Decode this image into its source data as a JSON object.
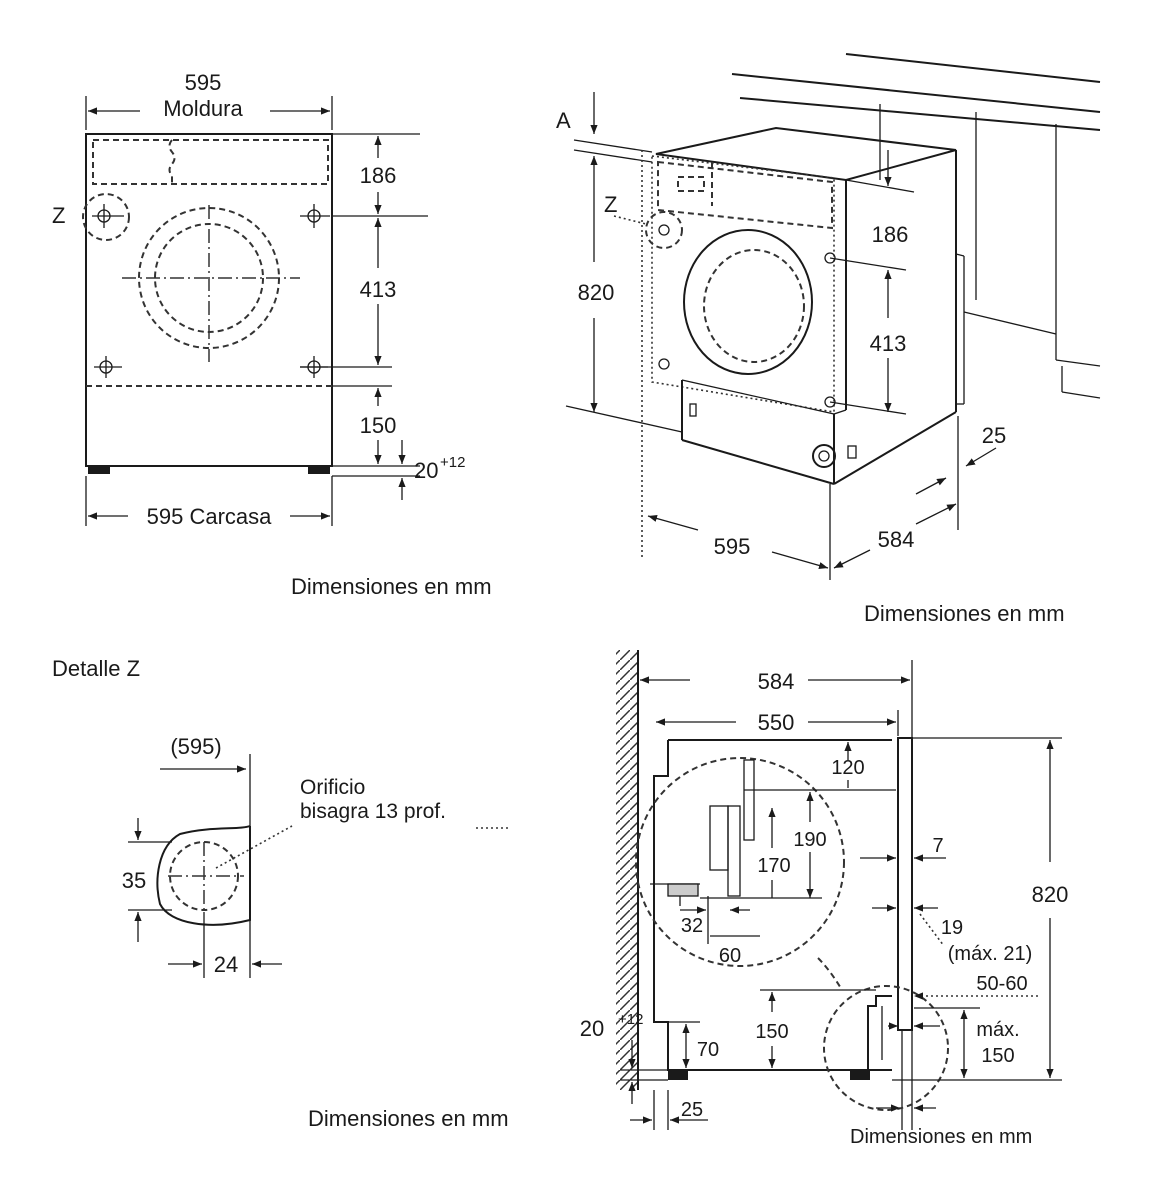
{
  "front_view": {
    "width_top": "595",
    "width_top_label": "Moldura",
    "dim_top": "186",
    "dim_mid": "413",
    "dim_bot": "150",
    "feet": "20",
    "feet_sup": "+12",
    "width_bottom": "595 Carcasa",
    "detail_marker": "Z",
    "caption": "Dimensiones en mm"
  },
  "iso_view": {
    "marker_a": "A",
    "detail_marker": "Z",
    "height": "820",
    "dim_top": "186",
    "dim_mid": "413",
    "width": "595",
    "depth": "584",
    "gap": "25",
    "caption": "Dimensiones en mm"
  },
  "detail_z": {
    "title": "Detalle Z",
    "ref": "(595)",
    "note_line1": "Orificio",
    "note_line2": "bisagra 13 prof.",
    "dim_height": "35",
    "dim_width": "24",
    "caption": "Dimensiones en mm"
  },
  "side_view": {
    "depth_total": "584",
    "depth_body": "550",
    "dim_120": "120",
    "dim_190": "190",
    "dim_170": "170",
    "dim_32": "32",
    "dim_60": "60",
    "dim_7": "7",
    "dim_19": "19",
    "dim_19_max": "(máx. 21)",
    "dim_50_60": "50-60",
    "height": "820",
    "dim_150": "150",
    "max_150_a": "máx.",
    "max_150_b": "150",
    "dim_70": "70",
    "feet": "20",
    "feet_sup": "+12",
    "dim_25": "25",
    "caption": "Dimensiones en mm"
  }
}
